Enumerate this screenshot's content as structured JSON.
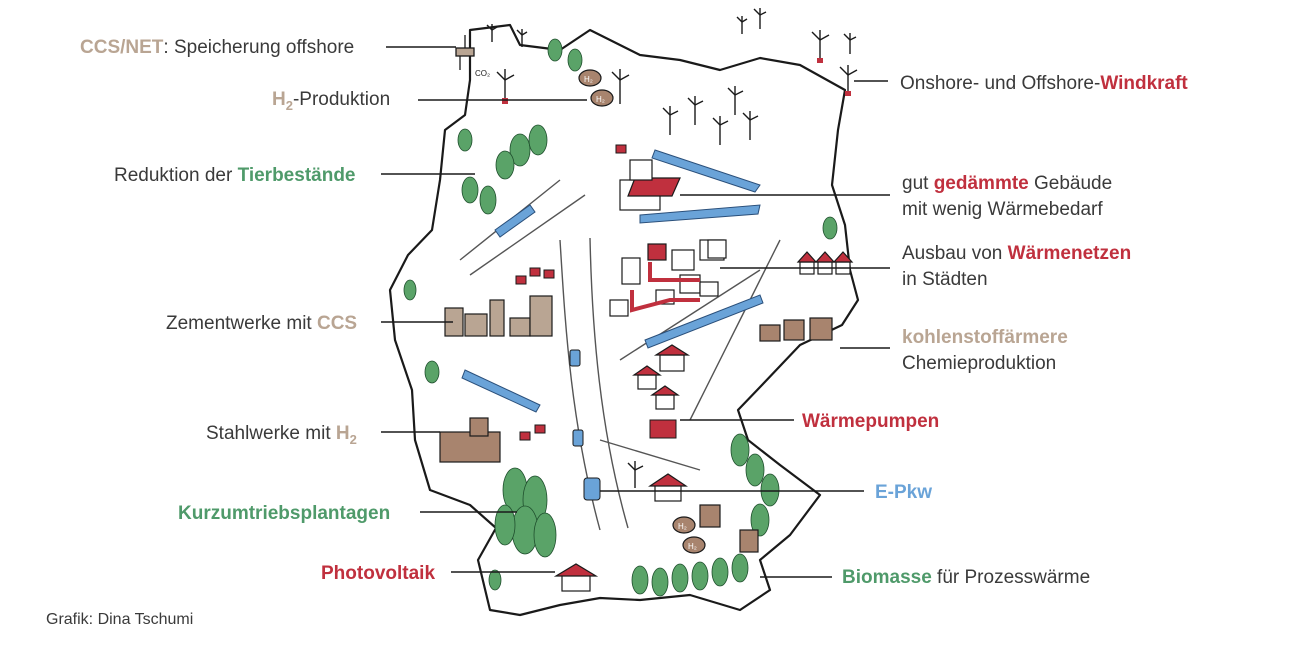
{
  "callouts": {
    "ccs_net": {
      "hl": "CCS/NET",
      "rest": ": Speicherung offshore"
    },
    "h2_produktion": {
      "h": "H",
      "sub": "2",
      "rest": "-Produktion"
    },
    "tierbestaende": {
      "pre": "Reduktion der ",
      "hl": "Tierbestände"
    },
    "zementwerke": {
      "pre": "Zementwerke mit ",
      "hl": "CCS"
    },
    "stahlwerke": {
      "pre": "Stahlwerke mit ",
      "h": "H",
      "sub": "2"
    },
    "kurzumtrieb": {
      "hl": "Kurzumtriebsplantagen"
    },
    "photovoltaik": {
      "hl": "Photovoltaik"
    },
    "windkraft": {
      "pre": "Onshore- und Offshore-",
      "hl": "Windkraft"
    },
    "gedaemmt": {
      "pre": "gut ",
      "hl": "gedämmte",
      "rest": " Gebäude",
      "line2": "mit wenig Wärmebedarf"
    },
    "waermenetze": {
      "pre": "Ausbau von ",
      "hl": "Wärmenetzen",
      "line2": "in Städten"
    },
    "chemie": {
      "hl": "kohlenstoffärmere",
      "line2": "Chemieproduktion"
    },
    "waermepumpen": {
      "hl": "Wärmepumpen"
    },
    "epkw": {
      "hl": "E-Pkw"
    },
    "biomasse": {
      "hl": "Biomasse",
      "rest": " für Prozesswärme"
    }
  },
  "map_icons": {
    "h2_tank_label": "H₂",
    "co2_label": "CO₂"
  },
  "credit": "Grafik: Dina Tschumi",
  "colors": {
    "tan": "#b9a593",
    "red": "#c0303e",
    "green": "#4f9a6a",
    "blue": "#6aa3d8",
    "text": "#3a3a3a",
    "outline": "#1a1a1a"
  }
}
